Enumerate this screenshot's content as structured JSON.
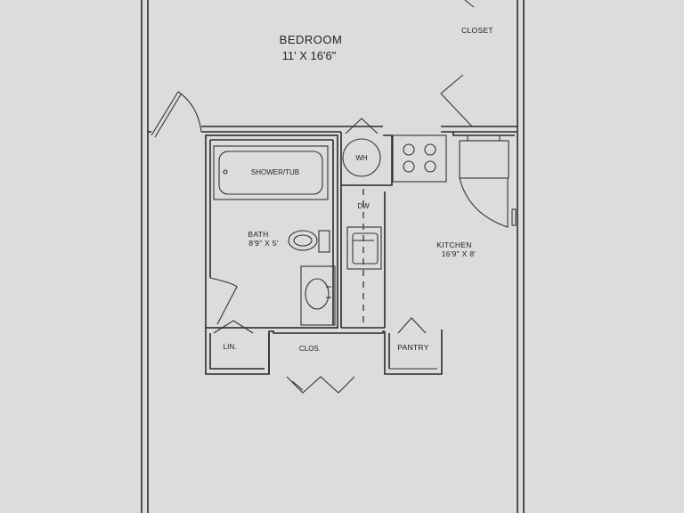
{
  "rooms": {
    "bedroom": {
      "name": "BEDROOM",
      "dims": "11' X 16'6\""
    },
    "closet": {
      "name": "CLOSET"
    },
    "wh": {
      "name": "WH"
    },
    "shower": {
      "name": "SHOWER/TUB"
    },
    "bath": {
      "name": "BATH",
      "dims": "8'9\" X 5'"
    },
    "dw": {
      "name": "DW"
    },
    "kitchen": {
      "name": "KITCHEN",
      "dims": "16'9\" X 8'"
    },
    "linen": {
      "name": "LIN."
    },
    "clos": {
      "name": "CLOS."
    },
    "pantry": {
      "name": "PANTRY"
    }
  },
  "colors": {
    "paper": "#dcdcdc",
    "ink": "#2a2a2a"
  }
}
